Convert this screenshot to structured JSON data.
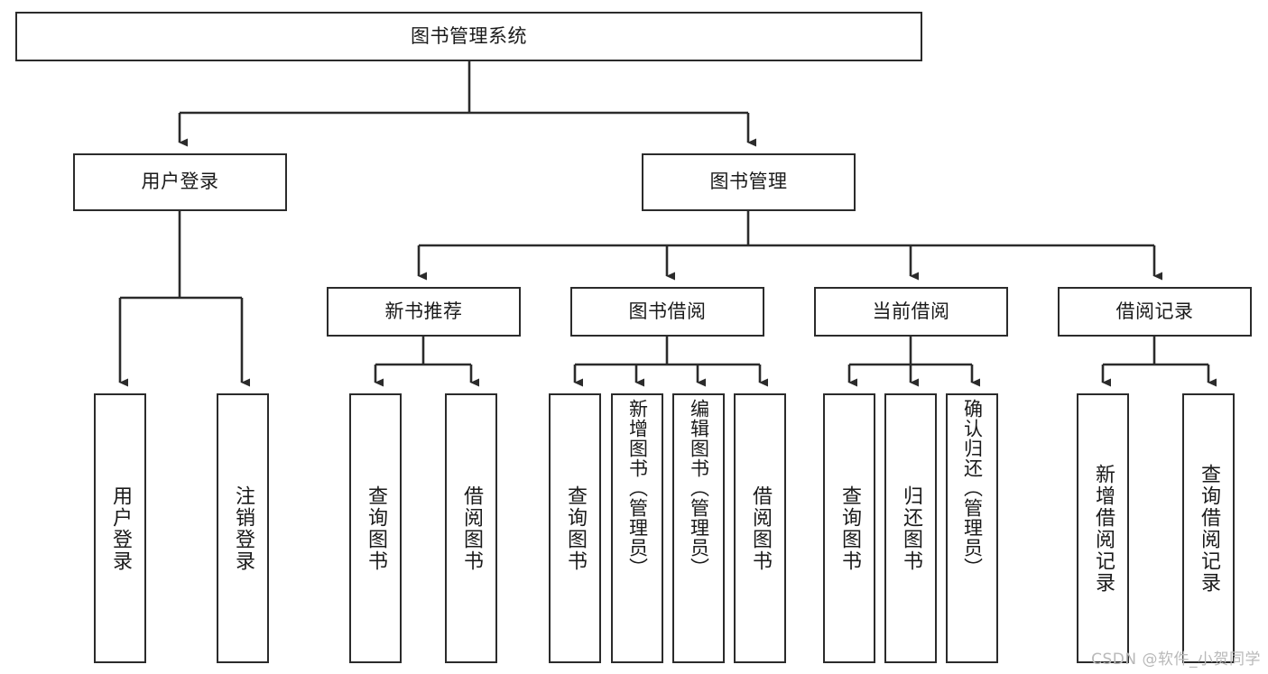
{
  "diagram": {
    "type": "tree-hierarchy-chart",
    "title": "图书管理系统",
    "stroke_color": "#2b2b2b",
    "fill_color": "#ffffff",
    "text_color": "#1a1a1a",
    "watermark": "CSDN @软件_小贺同学",
    "levels": {
      "root": {
        "label": "图书管理系统"
      },
      "level2": [
        {
          "id": "user-login",
          "label": "用户登录"
        },
        {
          "id": "book-manage",
          "label": "图书管理"
        }
      ],
      "level3": [
        {
          "id": "new-book-recommend",
          "label": "新书推荐"
        },
        {
          "id": "book-borrow",
          "label": "图书借阅"
        },
        {
          "id": "current-borrow",
          "label": "当前借阅"
        },
        {
          "id": "borrow-record",
          "label": "借阅记录"
        }
      ],
      "leaves": {
        "user-login": [
          {
            "id": "leaf-user-login",
            "label": "用户登录"
          },
          {
            "id": "leaf-logout-login",
            "label": "注销登录"
          }
        ],
        "new-book-recommend": [
          {
            "id": "leaf-query-book-1",
            "label": "查询图书"
          },
          {
            "id": "leaf-borrow-book-1",
            "label": "借阅图书"
          }
        ],
        "book-borrow": [
          {
            "id": "leaf-query-book-2",
            "label": "查询图书"
          },
          {
            "id": "leaf-add-book",
            "label": "新增图书（管理员）"
          },
          {
            "id": "leaf-edit-book",
            "label": "编辑图书（管理员）"
          },
          {
            "id": "leaf-borrow-book-2",
            "label": "借阅图书"
          }
        ],
        "current-borrow": [
          {
            "id": "leaf-query-book-3",
            "label": "查询图书"
          },
          {
            "id": "leaf-return-book",
            "label": "归还图书"
          },
          {
            "id": "leaf-confirm-return",
            "label": "确认归还（管理员）"
          }
        ],
        "borrow-record": [
          {
            "id": "leaf-add-record",
            "label": "新增借阅记录"
          },
          {
            "id": "leaf-query-record",
            "label": "查询借阅记录"
          }
        ]
      }
    }
  }
}
